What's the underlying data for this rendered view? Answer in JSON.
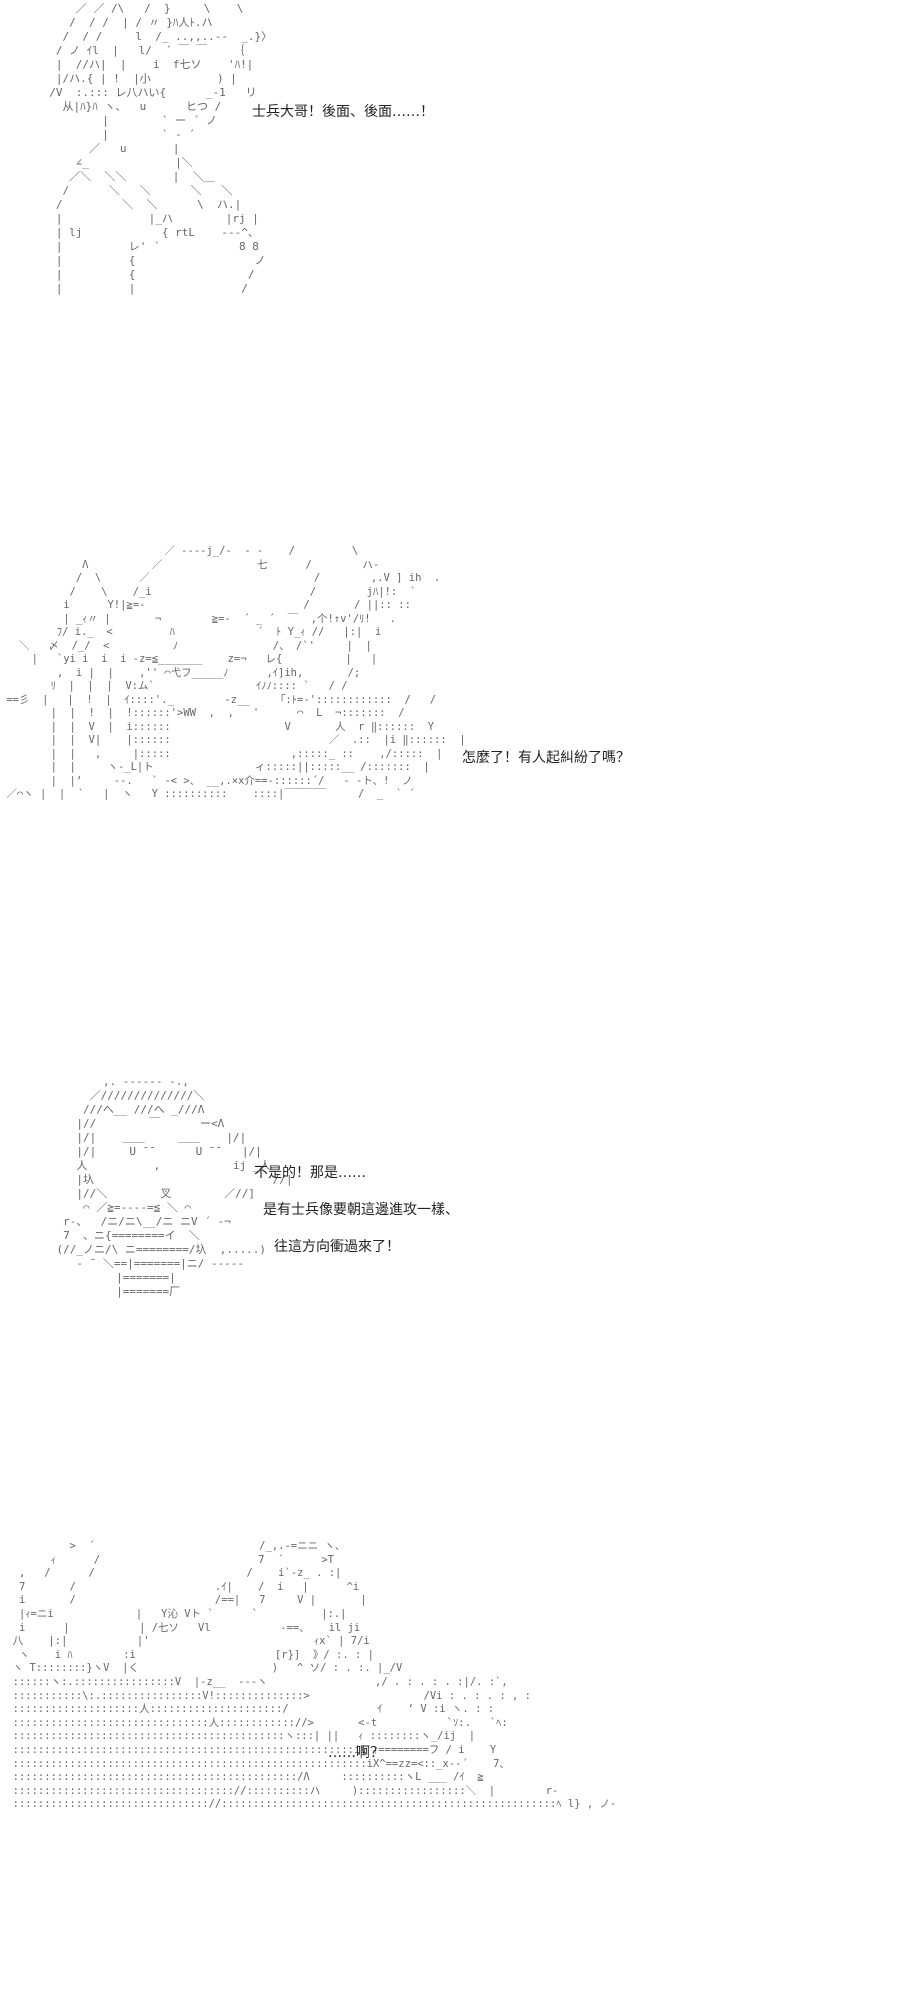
{
  "panels": [
    {
      "dialogue": "士兵大哥！後面、後面……！"
    },
    {
      "dialogue": "怎麼了！有人起糾紛了嗎？"
    },
    {
      "dialogue": [
        "不是的！那是……",
        "是有士兵像要朝這邊進攻一樣、",
        "往這方向衝過來了！"
      ]
    },
    {
      "dialogue": "……啊？"
    }
  ],
  "colors": {
    "background": "#ffffff",
    "text": "#222222",
    "art": "#666666"
  }
}
